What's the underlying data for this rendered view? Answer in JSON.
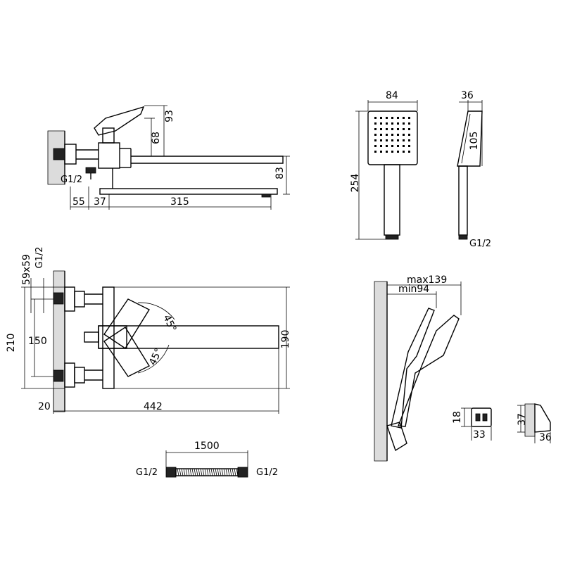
{
  "side_view": {
    "dim_93": "93",
    "dim_68": "68",
    "dim_83": "83",
    "thread": "G1/2",
    "dim_55": "55",
    "dim_37": "37",
    "dim_315": "315"
  },
  "hand_shower_front": {
    "dim_84": "84",
    "dim_254": "254"
  },
  "hand_shower_side": {
    "dim_36": "36",
    "dim_105": "105",
    "thread": "G1/2"
  },
  "top_view": {
    "dim_59x59": "59x59",
    "thread": "G1/2",
    "dim_210": "210",
    "dim_150": "150",
    "angle_upper": "45°",
    "angle_lower": "45°",
    "dim_190": "190",
    "dim_20": "20",
    "dim_442": "442"
  },
  "holder_view": {
    "max_label": "max139",
    "min_label": "min94"
  },
  "bracket_front": {
    "dim_18": "18",
    "dim_33": "33"
  },
  "bracket_side": {
    "dim_37": "37",
    "dim_36": "36"
  },
  "hose": {
    "length": "1500",
    "thread_left": "G1/2",
    "thread_right": "G1/2"
  }
}
